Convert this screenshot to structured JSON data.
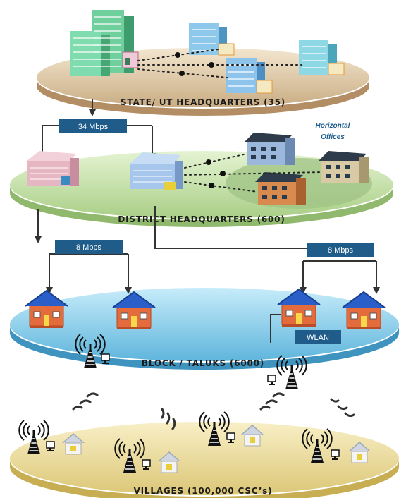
{
  "levels": {
    "state": "STATE/ UT HEADQUARTERS (35)",
    "district": "DISTRICT HEADQUARTERS (600)",
    "block": "BLOCK / TALUKS (6000)",
    "villages": "VILLAGES (100,000 CSC’s)"
  },
  "links": {
    "state_to_district": "34 Mbps",
    "district_to_block_left": "8 Mbps",
    "district_to_block_right": "8 Mbps",
    "wlan": "WLAN"
  },
  "horizontal_offices": [
    "Horizontal",
    "Offices"
  ],
  "colors": {
    "state_platform": "#e3cfae",
    "district_platform": "#cfe6b4",
    "block_platform": "#8fd0ec",
    "village_platform": "#f1e3a4",
    "link_box": "#1f5c8a"
  }
}
